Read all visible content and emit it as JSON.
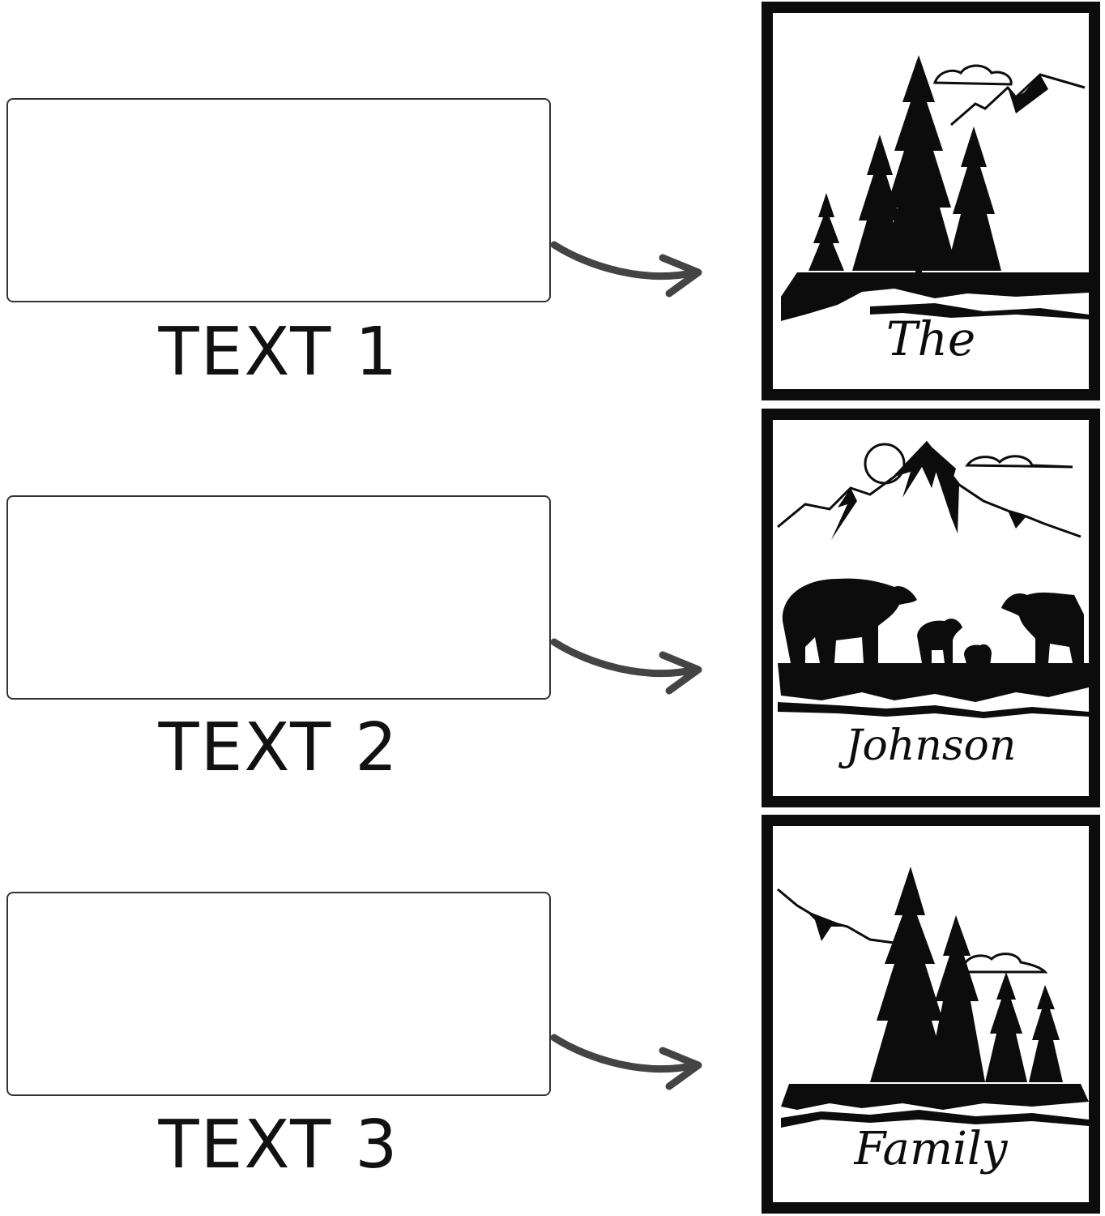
{
  "slots": [
    {
      "label": "TEXT 1",
      "value": "",
      "preview_word": "The",
      "scene": "forest"
    },
    {
      "label": "TEXT 2",
      "value": "",
      "preview_word": "Johnson",
      "scene": "mountains-bears"
    },
    {
      "label": "TEXT 3",
      "value": "",
      "preview_word": "Family",
      "scene": "forest"
    }
  ],
  "colors": {
    "ink": "#0c0c0c",
    "box_border": "#333333",
    "arrow": "#444444"
  }
}
